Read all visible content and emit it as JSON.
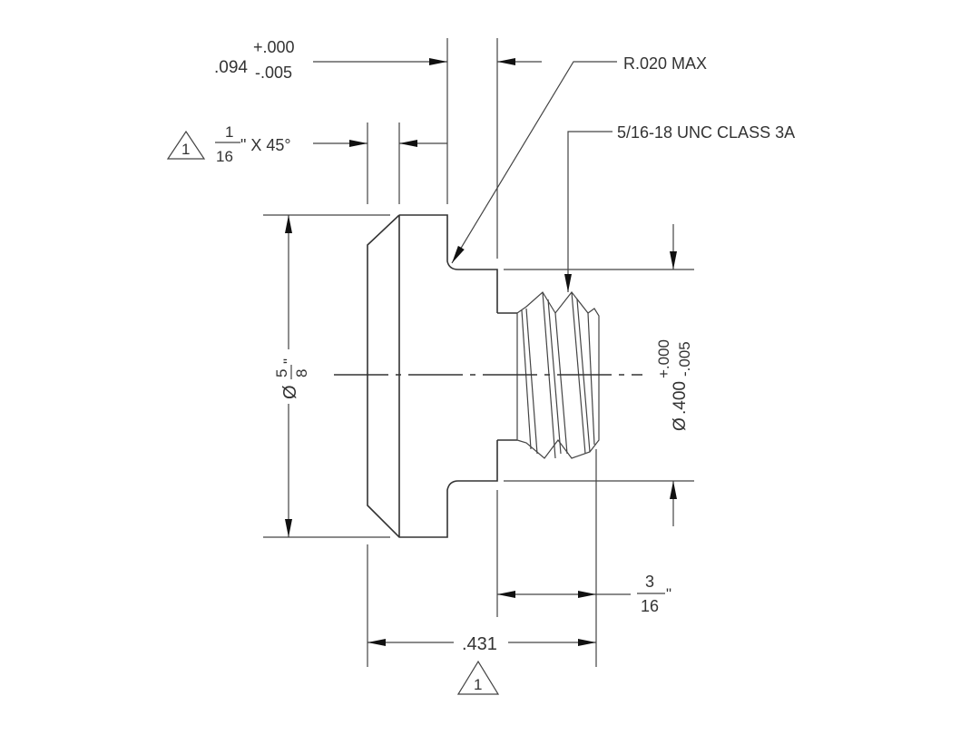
{
  "drawing": {
    "neck_length": {
      "nominal": ".094",
      "upper_tol": "+.000",
      "lower_tol": "-.005"
    },
    "fillet_note": "R.020 MAX",
    "chamfer": {
      "flag": "1",
      "num": "1",
      "den": "16",
      "suffix": "\" X 45°"
    },
    "thread_note": "5/16-18 UNC CLASS 3A",
    "head_diameter": {
      "symbol": "Ø",
      "num": "5",
      "den": "8",
      "suffix": "\""
    },
    "thread_diameter": {
      "symbol": "Ø",
      "nominal": ".400",
      "upper_tol": "+.000",
      "lower_tol": "-.005"
    },
    "thread_length": {
      "num": "3",
      "den": "16",
      "suffix": "\""
    },
    "overall_length": {
      "value": ".431",
      "flag": "1"
    }
  }
}
